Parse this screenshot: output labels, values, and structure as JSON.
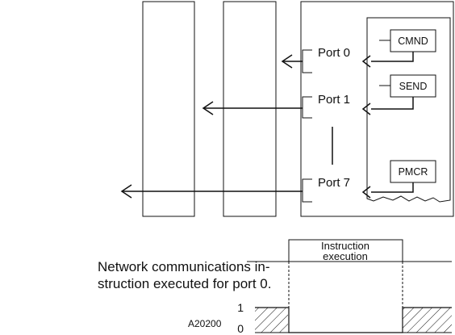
{
  "diagram": {
    "ports": [
      "Port 0",
      "Port 1",
      "Port 7"
    ],
    "instructions": [
      "CMND",
      "SEND",
      "PMCR"
    ],
    "timing": {
      "caption_line1": "Network communications in-",
      "caption_line2": "struction executed for port 0.",
      "figure_code": "A20200",
      "level_high": "1",
      "level_low": "0",
      "pulse_label_line1": "Instruction",
      "pulse_label_line2": "execution"
    }
  }
}
